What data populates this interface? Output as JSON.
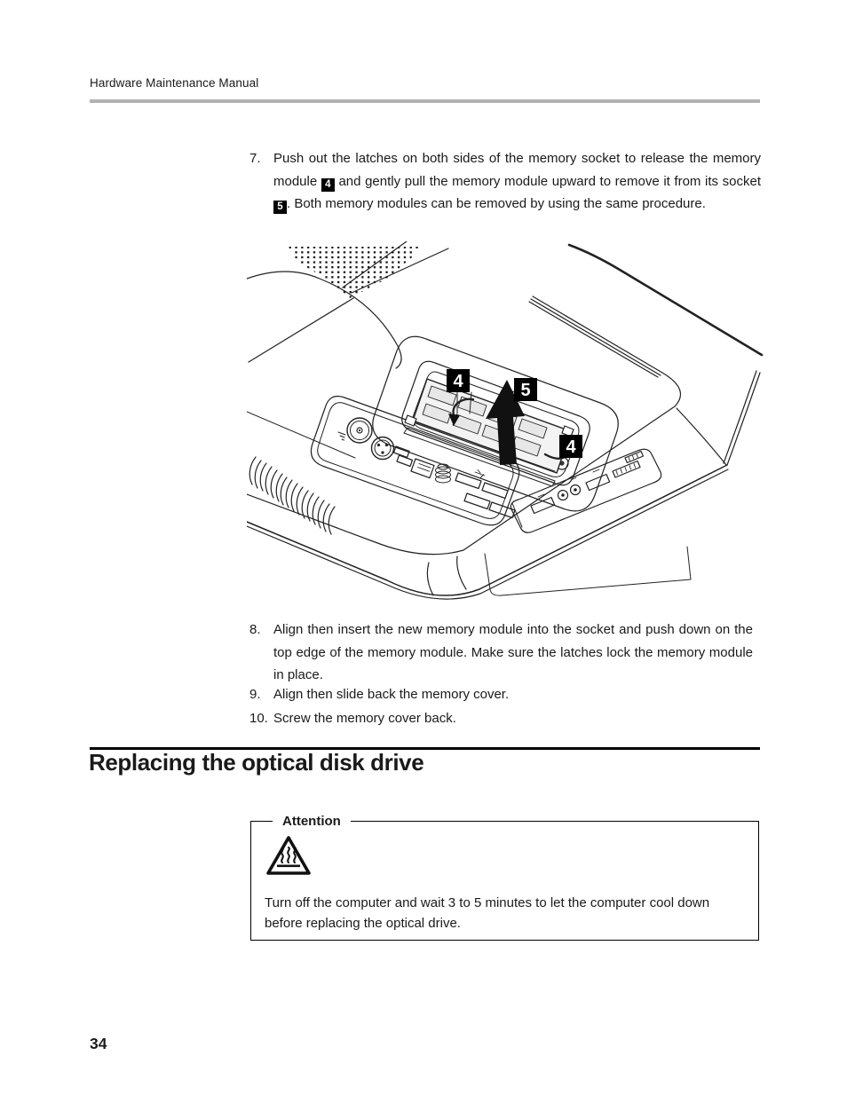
{
  "header": {
    "title": "Hardware Maintenance Manual"
  },
  "steps": {
    "step7": {
      "num": "7.",
      "t1": "Push out the latches on both sides of the memory socket to release the memory module",
      "badge1": "4",
      "t2": "and gently pull the memory module upward to remove it from its socket",
      "badge2": "5",
      "t3": ". Both memory modules can be removed by using the same procedure."
    },
    "step8": {
      "num": "8.",
      "text": "Align then insert the new memory module into the socket and push down on the top edge of the memory module. Make sure the latches lock the memory module in place."
    },
    "step9": {
      "num": "9.",
      "text": "Align then slide back the memory cover."
    },
    "step10": {
      "num": "10.",
      "text": "Screw the memory cover back."
    }
  },
  "figure": {
    "callout_4_left": "4",
    "callout_5": "5",
    "callout_4_right": "4"
  },
  "section": {
    "title": "Replacing the optical disk drive"
  },
  "attention": {
    "label": "Attention",
    "body": "Turn off the computer and wait 3 to 5 minutes to let the computer cool down before replacing the optical drive."
  },
  "footer": {
    "page_number": "34"
  },
  "colors": {
    "rule_gray": "#b2b2b2",
    "rule_black": "#000000",
    "badge_bg": "#000000",
    "badge_fg": "#ffffff"
  }
}
